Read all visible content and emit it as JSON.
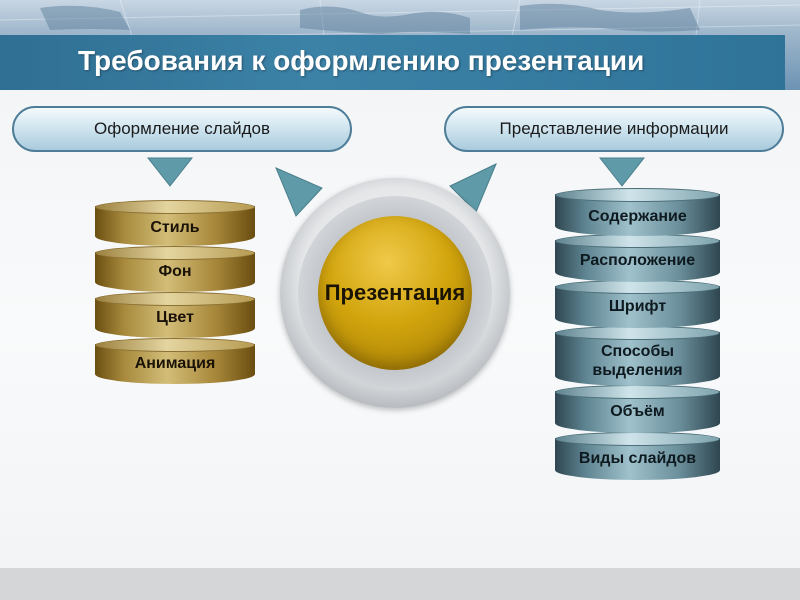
{
  "title": "Требования к оформлению презентации",
  "center_label": "Презентация",
  "left": {
    "header": "Оформление слайдов",
    "items": [
      "Стиль",
      "Фон",
      "Цвет",
      "Анимация"
    ]
  },
  "right": {
    "header": "Представление информации",
    "items": [
      "Содержание",
      "Расположение",
      "Шрифт",
      "Способы выделения",
      "Объём",
      "Виды слайдов"
    ]
  },
  "colors": {
    "title_band": "#3c82a7",
    "gold": "#c8ab5a",
    "teal": "#8fb3bd",
    "core": "#d2a50d",
    "pill_border": "#4e7d98",
    "arrow": "#5f9aa8"
  }
}
